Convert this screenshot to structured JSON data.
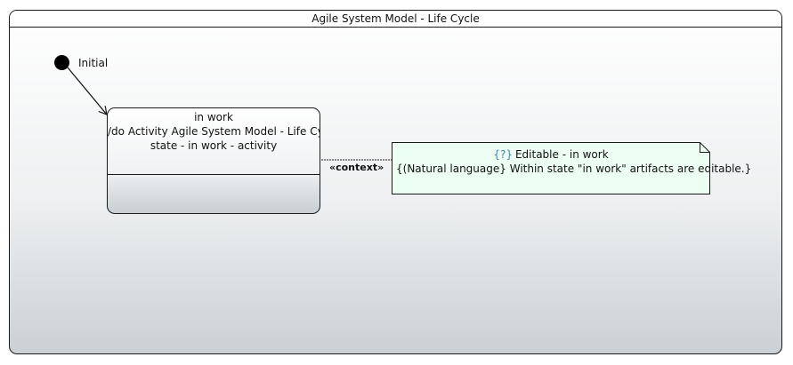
{
  "diagram": {
    "title": "Agile System Model - Life Cycle",
    "initial": {
      "label": "Initial"
    },
    "state": {
      "name": "in work",
      "do_line1": "/do Activity Agile System Model - Life Cycle -",
      "do_line2": "state - in work - activity"
    },
    "connector": {
      "stereotype": "«context»"
    },
    "note": {
      "icon": "{?}",
      "title": "Editable - in work",
      "body": "{(Natural language} Within state \"in work\" artifacts are editable.}"
    }
  },
  "colors": {
    "note_fill": "#ecfff2",
    "line": "#1a1a1a",
    "note_icon": "#4a7fb5"
  }
}
